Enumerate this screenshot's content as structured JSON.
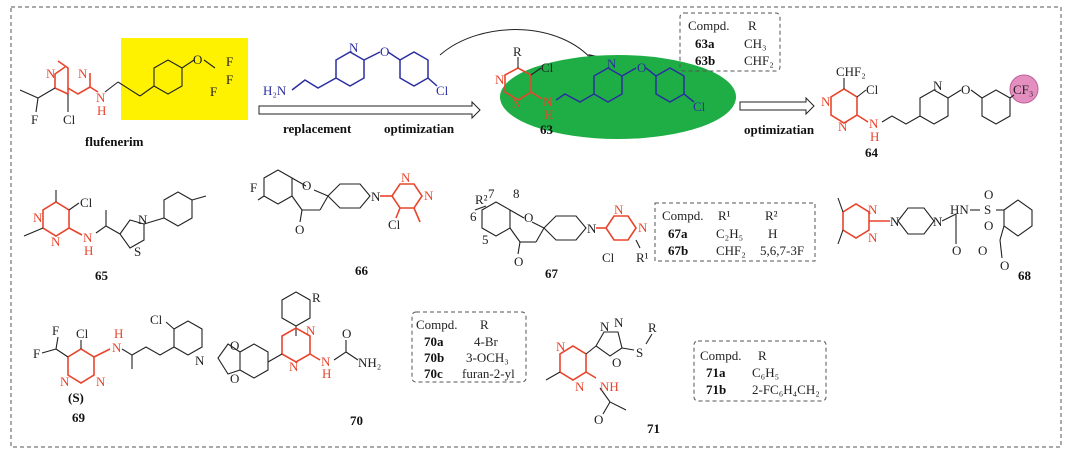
{
  "figure": {
    "highlight_colors": {
      "pyrimidine": "#e8452d",
      "yellow_box": "#fff200",
      "green_ellipse": "#1fae45",
      "pink_circle": "#e58fc0",
      "blue_fragment": "#2a2ea0"
    },
    "compounds": {
      "flufenerim": {
        "label": "flufenerim",
        "atoms": {
          "N1": "N",
          "N2": "N",
          "NH_N": "N",
          "NH_H": "H",
          "Cl": "Cl",
          "F": "F",
          "O": "O",
          "F1": "F",
          "F2": "F",
          "F3": "F"
        }
      },
      "amine": {
        "atoms": {
          "H2N": "H₂N",
          "N": "N",
          "O": "O",
          "Cl": "Cl"
        }
      },
      "c63": {
        "label": "63",
        "atoms": {
          "R": "R",
          "Cl": "Cl",
          "N1": "N",
          "N2": "N",
          "NH_N": "N",
          "NH_H": "H",
          "pyN": "N",
          "O": "O",
          "Cl2": "Cl"
        }
      },
      "c64": {
        "label": "64",
        "atoms": {
          "CHF2": "CHF₂",
          "Cl": "Cl",
          "N1": "N",
          "N2": "N",
          "NH_N": "N",
          "NH_H": "H",
          "pyN": "N",
          "O": "O",
          "CF3": "CF₃"
        }
      },
      "c65": {
        "label": "65",
        "atoms": {
          "Cl": "Cl",
          "N1": "N",
          "N2": "N",
          "NH_N": "N",
          "NH_H": "H",
          "thzN": "N",
          "S": "S"
        }
      },
      "c66": {
        "label": "66",
        "atoms": {
          "F": "F",
          "O": "O",
          "Oket": "O",
          "N": "N",
          "N1": "N",
          "N2": "N",
          "Cl": "Cl"
        }
      },
      "c67": {
        "label": "67",
        "atoms": {
          "R2": "R²",
          "p7": "7",
          "p8": "8",
          "p6": "6",
          "p5": "5",
          "O": "O",
          "Oket": "O",
          "N": "N",
          "N1": "N",
          "N2": "N",
          "Cl": "Cl",
          "R1": "R¹"
        }
      },
      "c68": {
        "label": "68",
        "atoms": {
          "N1": "N",
          "N2": "N",
          "Npip1": "N",
          "Npip2": "N",
          "HN": "HN",
          "S": "S",
          "O1": "O",
          "O2": "O",
          "O3": "O",
          "O4": "O",
          "O5": "O"
        }
      },
      "c69": {
        "label": "69",
        "stereo": "(S)",
        "atoms": {
          "F1": "F",
          "F2": "F",
          "Cl": "Cl",
          "NH_H": "H",
          "NH_N": "N",
          "N1": "N",
          "N2": "N",
          "Cl2": "Cl",
          "pyN": "N"
        }
      },
      "c70": {
        "label": "70",
        "atoms": {
          "R": "R",
          "N1": "N",
          "N2": "N",
          "NH_N": "N",
          "NH_H": "H",
          "O": "O",
          "NH2": "NH₂",
          "O1": "O",
          "O2": "O"
        }
      },
      "c71": {
        "label": "71",
        "atoms": {
          "N1": "N",
          "N2": "N",
          "Nox1": "N",
          "Nox2": "N",
          "O": "O",
          "S": "S",
          "R": "R",
          "NH": "NH",
          "Oac": "O"
        }
      }
    },
    "arrows": {
      "arrow1_top": "replacement",
      "arrow1_bottom": "optimizatian",
      "arrow2": "optimizatian"
    },
    "tables": {
      "t63": {
        "headers": [
          "Compd.",
          "R"
        ],
        "rows": [
          [
            "63a",
            "CH₃"
          ],
          [
            "63b",
            "CHF₂"
          ]
        ]
      },
      "t67": {
        "headers": [
          "Compd.",
          "R¹",
          "R²"
        ],
        "rows": [
          [
            "67a",
            "C₂H₅",
            "H"
          ],
          [
            "67b",
            "CHF₂",
            "5,6,7-3F"
          ]
        ]
      },
      "t70": {
        "headers": [
          "Compd.",
          "R"
        ],
        "rows": [
          [
            "70a",
            "4-Br"
          ],
          [
            "70b",
            "3-OCH₃"
          ],
          [
            "70c",
            "furan-2-yl"
          ]
        ]
      },
      "t71": {
        "headers": [
          "Compd.",
          "R"
        ],
        "rows": [
          [
            "71a",
            "C₆H₅"
          ],
          [
            "71b",
            "2-FC₆H₄CH₂"
          ]
        ]
      }
    }
  }
}
